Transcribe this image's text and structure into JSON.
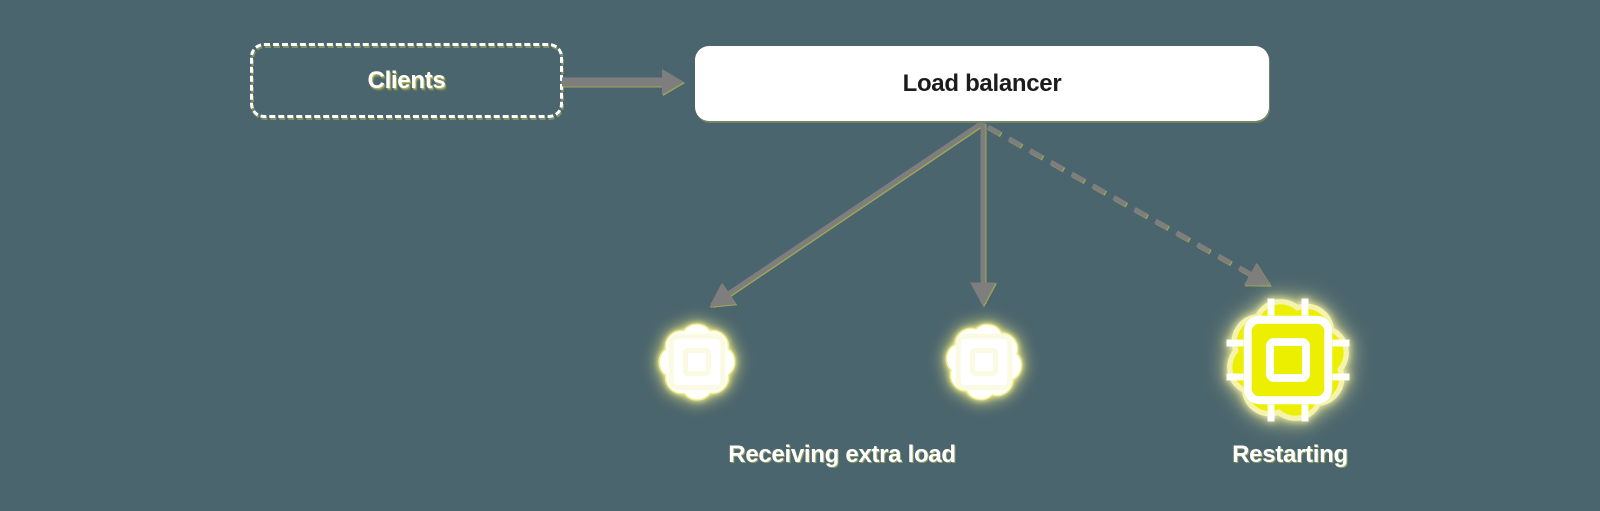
{
  "diagram": {
    "title_hint": "load-balancer-failover-diagram",
    "background_color": "#4B656E",
    "accent_yellow": "#ECEF00",
    "glow_color": "#F5F2A8",
    "arrow_color": "#7E7E7E",
    "nodes": [
      {
        "id": "clients",
        "label": "Clients",
        "type": "dashed-outline-box"
      },
      {
        "id": "load-balancer",
        "label": "Load balancer",
        "type": "solid-white-box"
      },
      {
        "id": "server-1",
        "icon": "cpu-icon",
        "state": "healthy-white-glow"
      },
      {
        "id": "server-2",
        "icon": "cpu-icon",
        "state": "healthy-white-glow"
      },
      {
        "id": "server-3",
        "icon": "cpu-icon",
        "state": "restarting-yellow-glow"
      }
    ],
    "edges": [
      {
        "from": "clients",
        "to": "load-balancer",
        "style": "solid"
      },
      {
        "from": "load-balancer",
        "to": "server-1",
        "style": "solid"
      },
      {
        "from": "load-balancer",
        "to": "server-2",
        "style": "solid"
      },
      {
        "from": "load-balancer",
        "to": "server-3",
        "style": "dashed"
      }
    ],
    "captions": {
      "receiving": "Receiving extra load",
      "restarting": "Restarting"
    }
  },
  "clients_box": {
    "label": "Clients"
  },
  "load_balancer_box": {
    "label": "Load balancer"
  }
}
